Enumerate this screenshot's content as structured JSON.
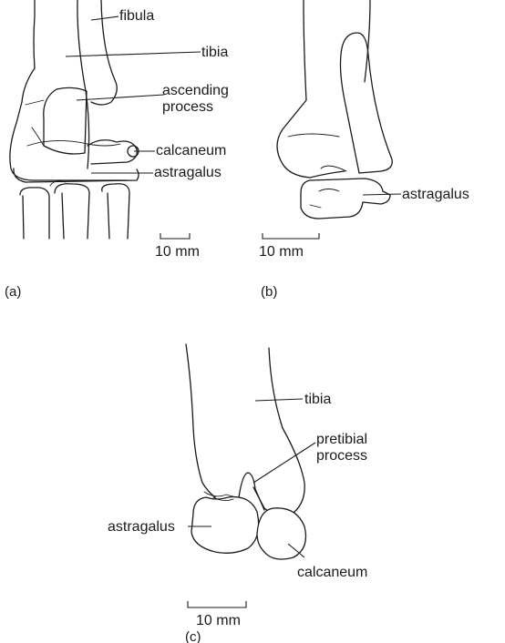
{
  "panels": {
    "a": {
      "label": "(a)",
      "annotations": {
        "fibula": "fibula",
        "tibia": "tibia",
        "ascending_process_line1": "ascending",
        "ascending_process_line2": "process",
        "calcaneum": "calcaneum",
        "astragalus": "astragalus"
      },
      "scale_bar": "10 mm"
    },
    "b": {
      "label": "(b)",
      "annotations": {
        "astragalus": "astragalus"
      },
      "scale_bar": "10 mm"
    },
    "c": {
      "label": "(c)",
      "annotations": {
        "tibia": "tibia",
        "pretibial_process_line1": "pretibial",
        "pretibial_process_line2": "process",
        "astragalus": "astragalus",
        "calcaneum": "calcaneum"
      },
      "scale_bar": "10 mm"
    }
  }
}
